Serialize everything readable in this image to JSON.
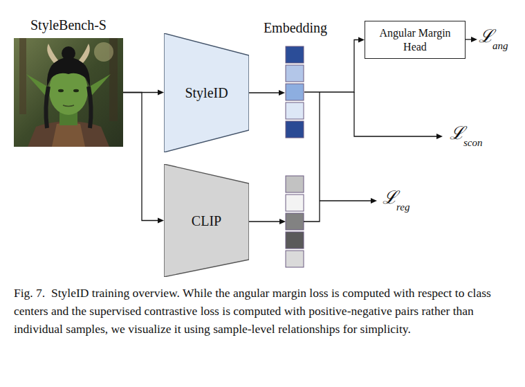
{
  "diagram": {
    "caption": "Fig. 7.  StyleID training overview. While the angular margin loss is computed with respect to class centers and the supervised contrastive loss is computed with positive-negative pairs rather than individual samples, we visualize it using sample-level relationships for simplicity.",
    "nodes": [
      {
        "text": [
          "StyleBench-S"
        ]
      },
      {
        "text": [
          "StyleID"
        ]
      },
      {
        "text": [
          "Embedding"
        ]
      },
      {
        "text": [
          "Angular Margin Head"
        ]
      },
      {
        "text": [
          "CLIP"
        ]
      }
    ],
    "edges": [
      {
        "from": 0,
        "to": 1,
        "arrow": "to"
      },
      {
        "from": 0,
        "to": 4,
        "arrow": "to"
      },
      {
        "from": 1,
        "to": 2,
        "arrow": "to"
      },
      {
        "from": 2,
        "to": 3,
        "arrow": "to"
      }
    ],
    "labels": [
      "ℒ",
      "ang",
      "ℒ",
      "scon",
      "ℒ",
      "reg"
    ]
  }
}
